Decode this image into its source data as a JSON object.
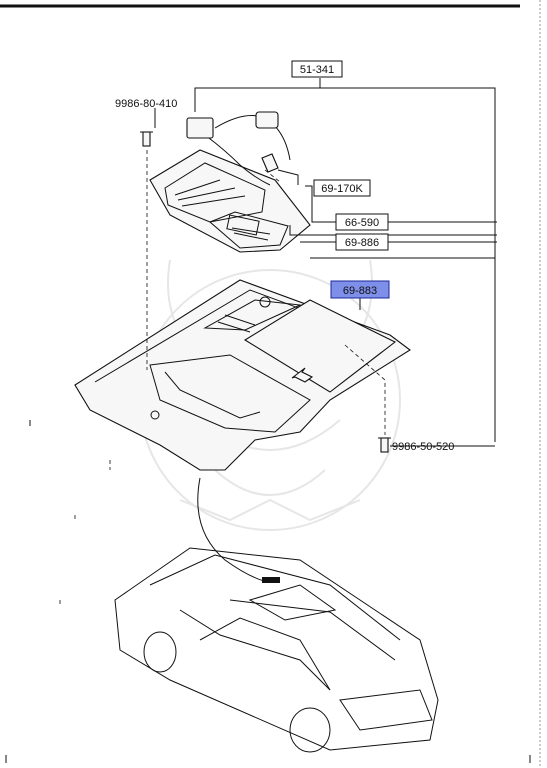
{
  "diagram": {
    "callouts": [
      {
        "id": "c1",
        "text": "51-341",
        "boxed": true,
        "highlighted": false
      },
      {
        "id": "c2",
        "text": "9986-80-410",
        "boxed": false,
        "highlighted": false
      },
      {
        "id": "c3",
        "text": "69-170K",
        "boxed": true,
        "highlighted": false
      },
      {
        "id": "c4",
        "text": "66-590",
        "boxed": true,
        "highlighted": false
      },
      {
        "id": "c5",
        "text": "69-886",
        "boxed": true,
        "highlighted": false
      },
      {
        "id": "c6",
        "text": "69-883",
        "boxed": true,
        "highlighted": true
      },
      {
        "id": "c7",
        "text": "9986-50-520",
        "boxed": false,
        "highlighted": false
      }
    ],
    "colors": {
      "line": "#111111",
      "highlight_fill": "#7d8fe8",
      "highlight_stroke": "#1b2a9a",
      "watermark": "#e6e6e6"
    }
  }
}
